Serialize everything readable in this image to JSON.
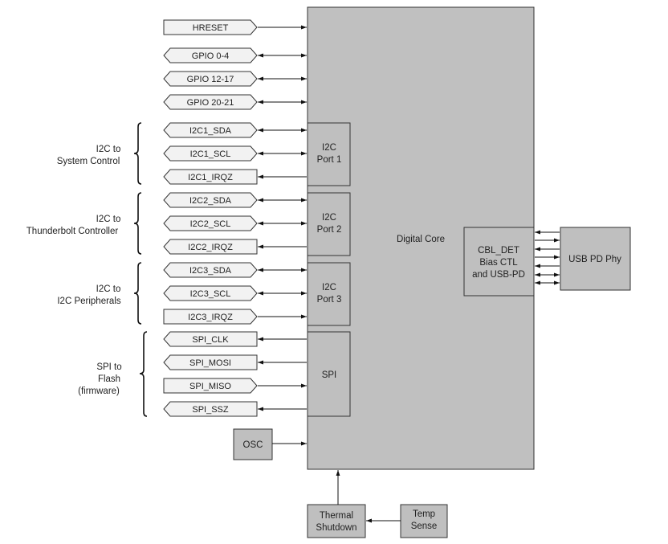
{
  "diagram": {
    "core_label": "Digital Core",
    "signals": [
      {
        "label": "HRESET",
        "dir": "in"
      },
      {
        "label": "GPIO 0-4",
        "dir": "bidi"
      },
      {
        "label": "GPIO 12-17",
        "dir": "bidi"
      },
      {
        "label": "GPIO 20-21",
        "dir": "bidi"
      },
      {
        "label": "I2C1_SDA",
        "dir": "bidi"
      },
      {
        "label": "I2C1_SCL",
        "dir": "bidi"
      },
      {
        "label": "I2C1_IRQZ",
        "dir": "out"
      },
      {
        "label": "I2C2_SDA",
        "dir": "bidi"
      },
      {
        "label": "I2C2_SCL",
        "dir": "bidi"
      },
      {
        "label": "I2C2_IRQZ",
        "dir": "out"
      },
      {
        "label": "I2C3_SDA",
        "dir": "bidi"
      },
      {
        "label": "I2C3_SCL",
        "dir": "bidi"
      },
      {
        "label": "I2C3_IRQZ",
        "dir": "in"
      },
      {
        "label": "SPI_CLK",
        "dir": "out"
      },
      {
        "label": "SPI_MOSI",
        "dir": "out"
      },
      {
        "label": "SPI_MISO",
        "dir": "in"
      },
      {
        "label": "SPI_SSZ",
        "dir": "out"
      }
    ],
    "groups": [
      {
        "lines": [
          "I2C to",
          "System Control"
        ]
      },
      {
        "lines": [
          "I2C to",
          "Thunderbolt Controller"
        ]
      },
      {
        "lines": [
          "I2C to",
          "I2C Peripherals"
        ]
      },
      {
        "lines": [
          "SPI to",
          "Flash",
          "(firmware)"
        ]
      }
    ],
    "ports": [
      {
        "lines": [
          "I2C",
          "Port 1"
        ]
      },
      {
        "lines": [
          "I2C",
          "Port 2"
        ]
      },
      {
        "lines": [
          "I2C",
          "Port 3"
        ]
      },
      {
        "lines": [
          "SPI"
        ]
      }
    ],
    "osc_label": "OSC",
    "cbl_lines": [
      "CBL_DET",
      "Bias CTL",
      "and USB-PD"
    ],
    "phy_label": "USB PD Phy",
    "thermal_lines": [
      "Thermal",
      "Shutdown"
    ],
    "temp_lines": [
      "Temp",
      "Sense"
    ],
    "colors": {
      "pin_fill": "#f2f2f2",
      "block_fill": "#bfbfbf",
      "core_fill": "#c0c0c0",
      "line": "#111111"
    }
  }
}
